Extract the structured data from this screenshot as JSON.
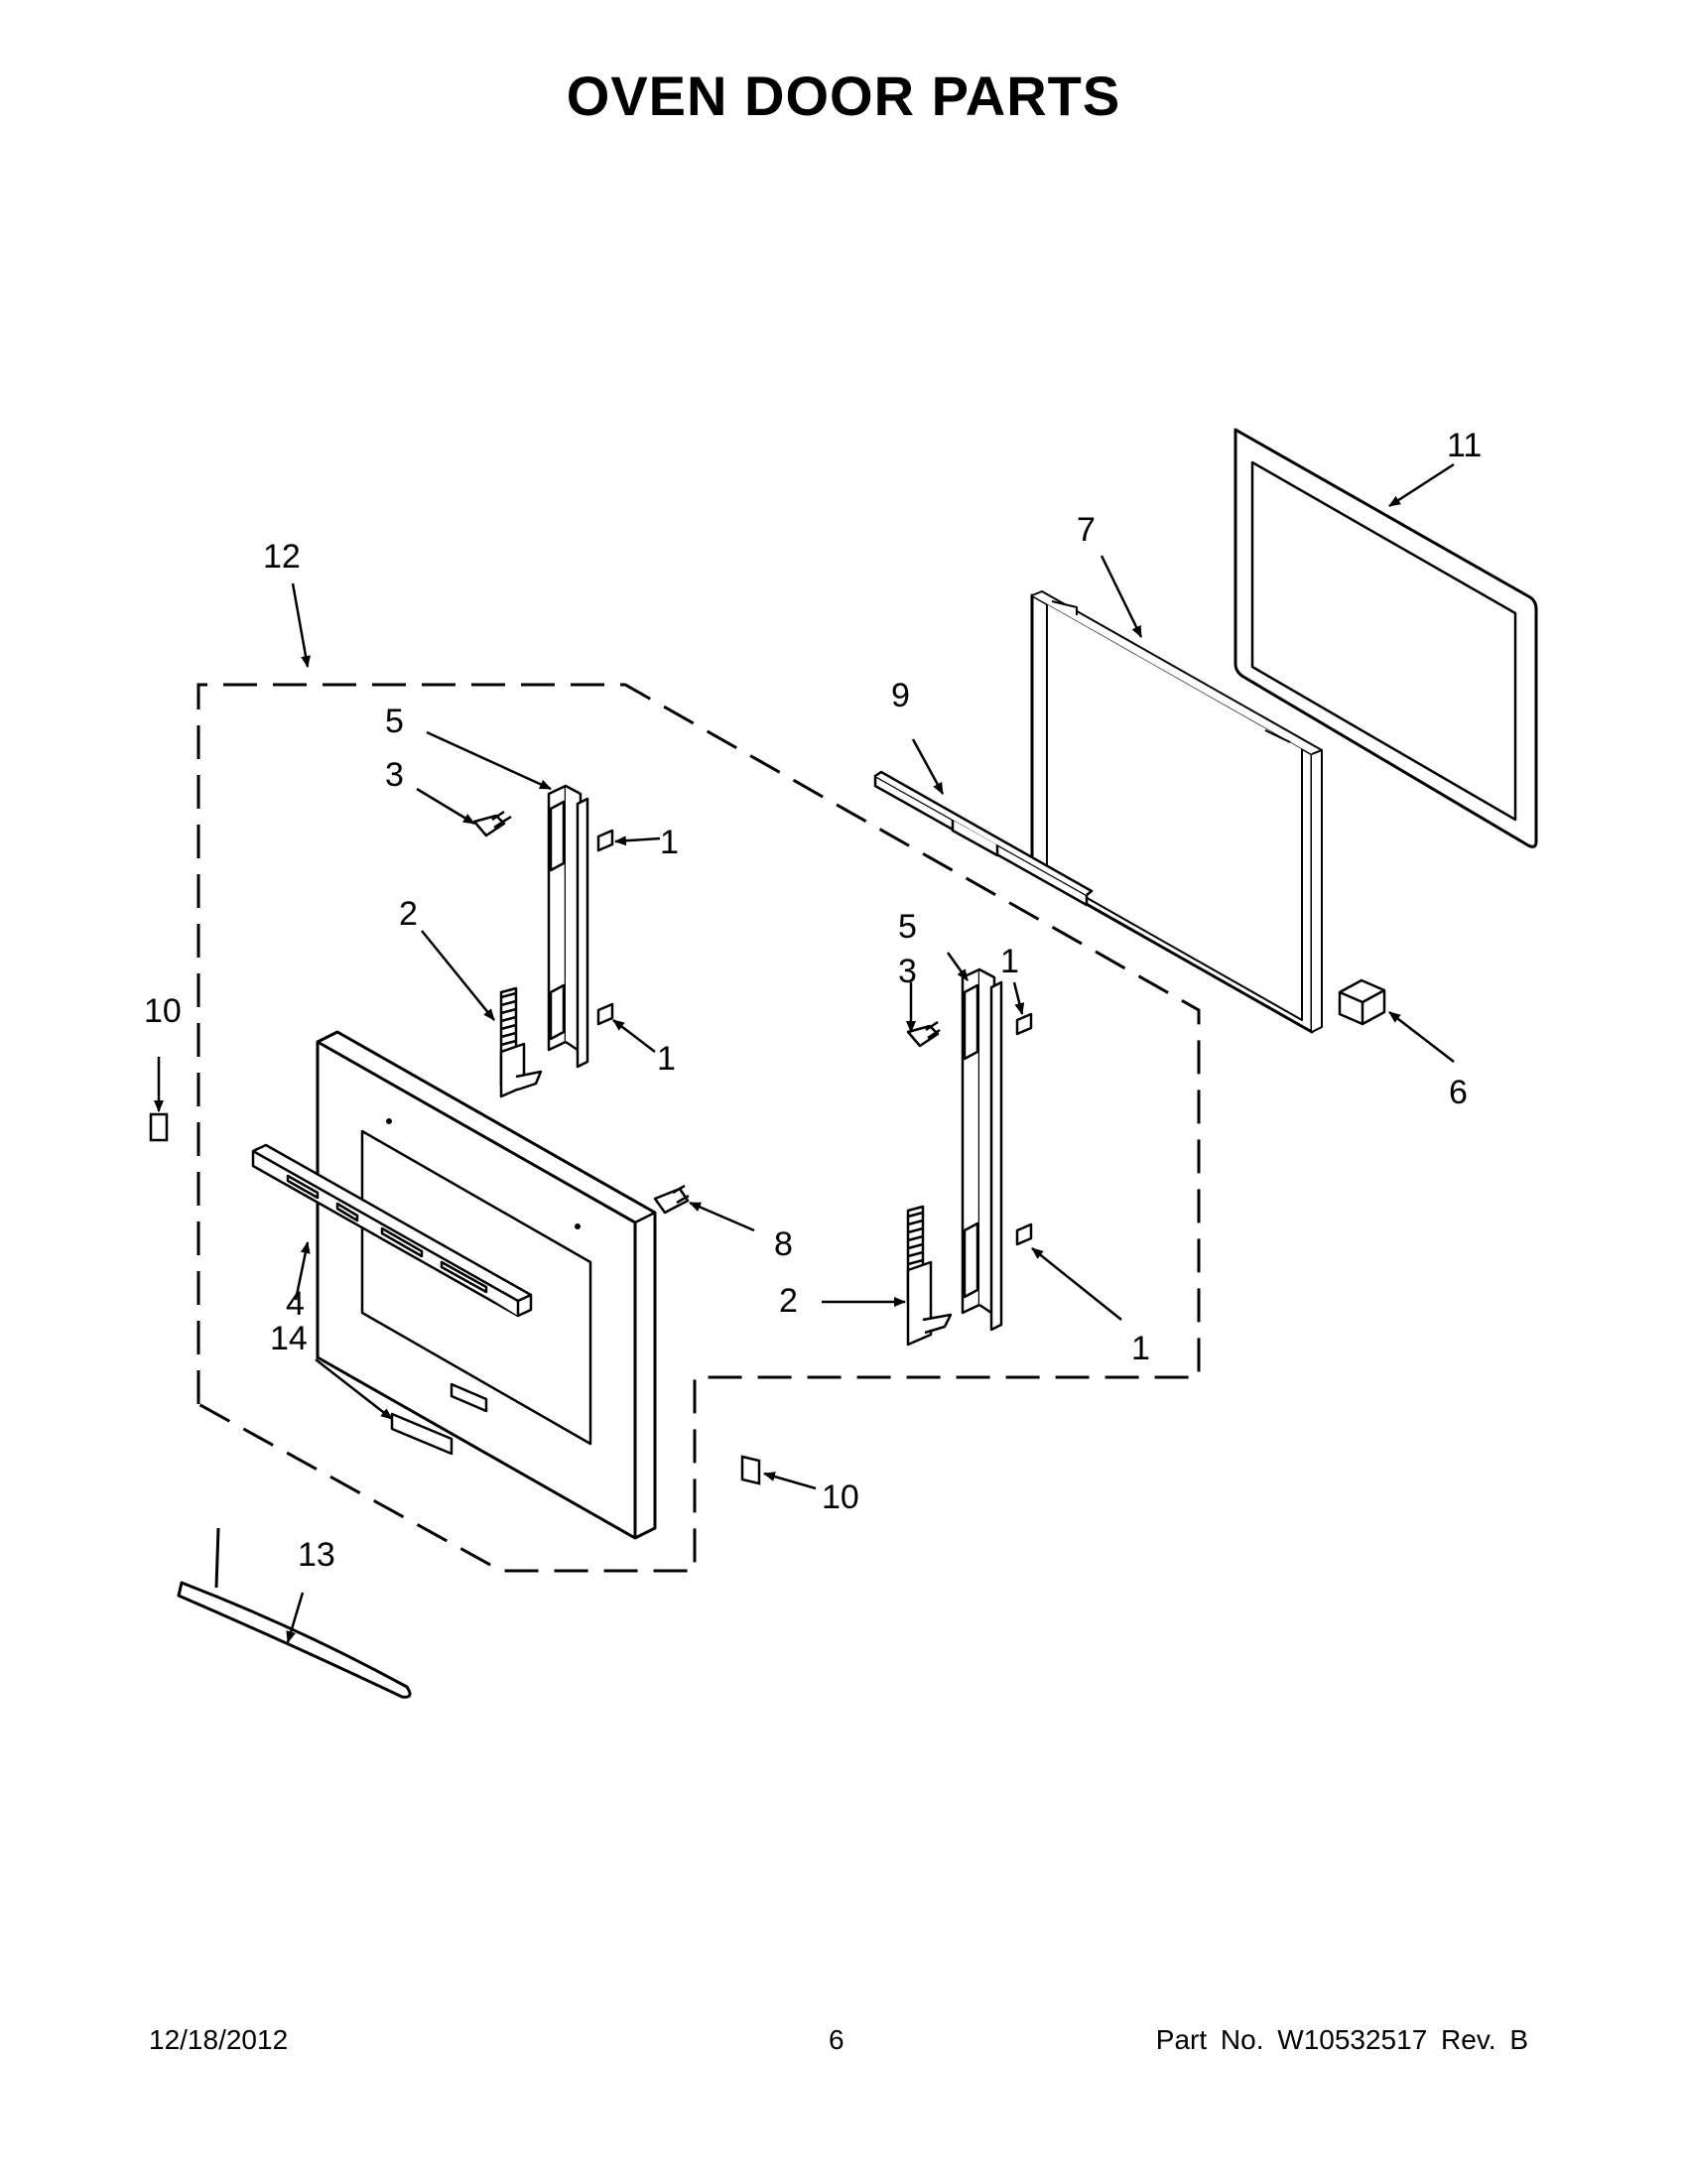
{
  "title": "OVEN DOOR PARTS",
  "footer": {
    "date": "12/18/2012",
    "page": "6",
    "part_number": "Part No.  W10532517  Rev.  B"
  },
  "callouts": [
    "12",
    "11",
    "7",
    "9",
    "5",
    "3",
    "1",
    "2",
    "1",
    "10",
    "8",
    "4",
    "14",
    "5",
    "3",
    "1",
    "6",
    "2",
    "1",
    "10",
    "13"
  ]
}
